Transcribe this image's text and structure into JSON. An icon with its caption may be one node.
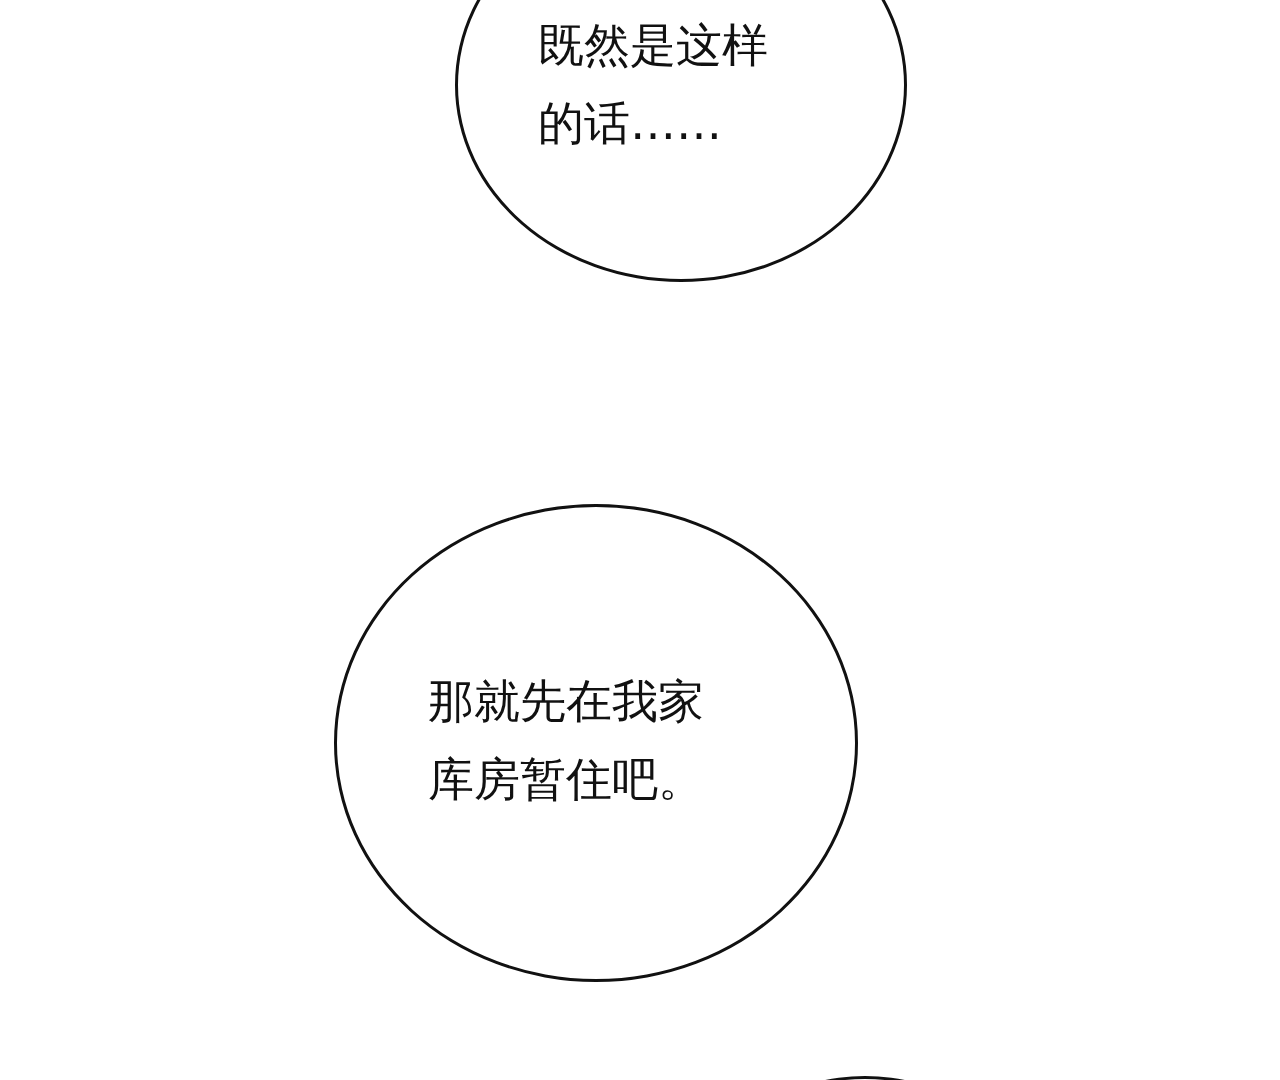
{
  "diagram": {
    "nodes": [
      {
        "text": [
          "既然是这样的话……"
        ]
      },
      {
        "text": [
          "那就先在我家库房暂住吧。"
        ]
      },
      {
        "text": [],
        "shape": "circle"
      }
    ]
  }
}
